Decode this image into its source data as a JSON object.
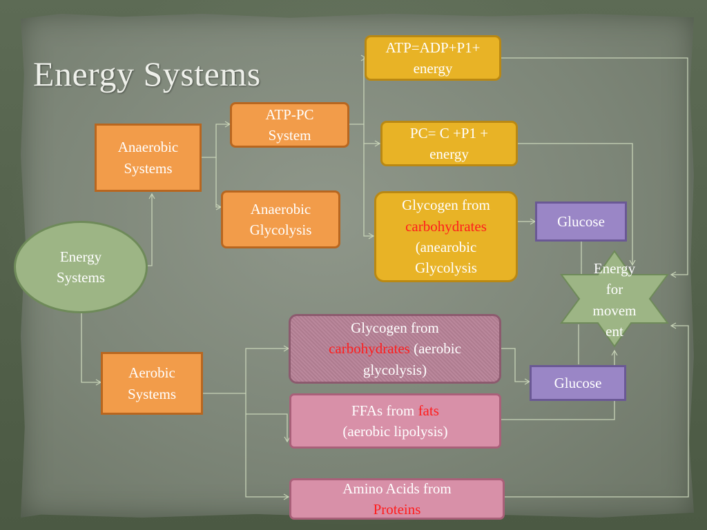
{
  "title": "Energy Systems",
  "colors": {
    "background": "#4c5a45",
    "paper": "#7d8678",
    "orange_box": "#f29c4a",
    "yellow_box": "#e8b326",
    "purple_box": "#9a86c6",
    "pink_box": "#d890a8",
    "green_shape": "#9db585",
    "highlight_text": "#ff1d1d",
    "connector": "#c8d4b8"
  },
  "nodes": {
    "energy_systems": {
      "line1": "Energy",
      "line2": "Systems"
    },
    "anaerobic_systems": {
      "line1": "Anaerobic",
      "line2": "Systems"
    },
    "aerobic_systems": {
      "line1": "Aerobic",
      "line2": "Systems"
    },
    "atp_pc_system": {
      "line1": "ATP-PC",
      "line2": "System"
    },
    "anaerobic_glycolysis": {
      "line1": "Anaerobic",
      "line2": "Glycolysis"
    },
    "atp_equation": {
      "line1": "ATP=ADP+P1+",
      "line2": "energy"
    },
    "pc_equation": {
      "line1": "PC= C +P1 +",
      "line2": "energy"
    },
    "glycogen_anaerobic": {
      "line1": "Glycogen from",
      "highlight": "carbohydrates",
      "line3": "(anearobic",
      "line4": "Glycolysis"
    },
    "glucose_top": {
      "label": "Glucose"
    },
    "energy_for_movement": {
      "line1": "Energy",
      "line2": "for",
      "line3": "movem",
      "line4": "ent"
    },
    "glycogen_aerobic": {
      "line1": "Glycogen from",
      "highlight": "carbohydrates",
      "line2_rest": " (aerobic",
      "line3": "glycolysis)"
    },
    "glucose_bottom": {
      "label": "Glucose"
    },
    "ffas": {
      "line1_start": "FFAs from ",
      "highlight": "fats",
      "line2": "(aerobic lipolysis)"
    },
    "amino_acids": {
      "line1": "Amino Acids from",
      "highlight": "Proteins"
    }
  }
}
